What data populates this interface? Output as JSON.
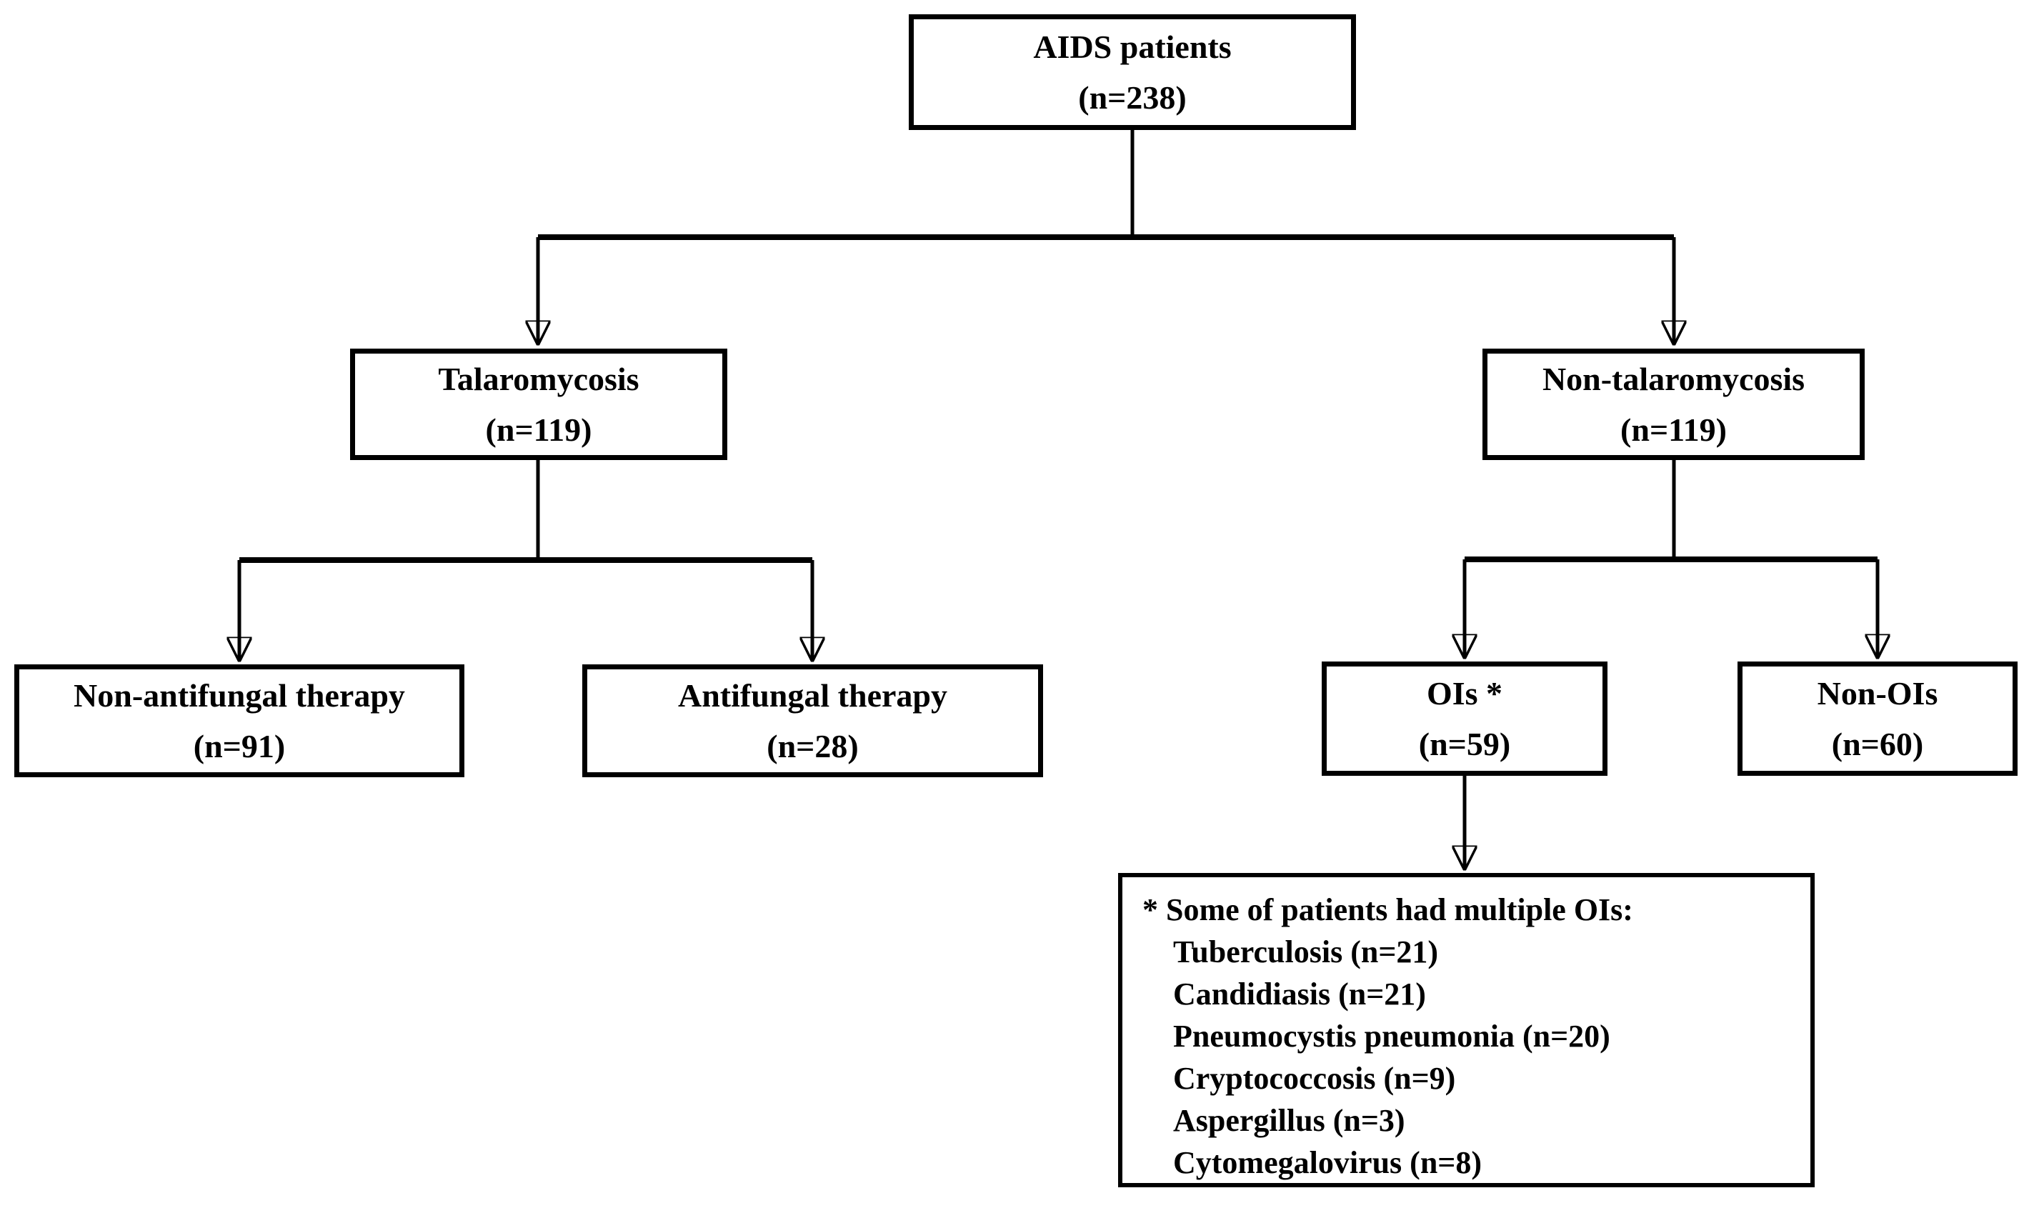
{
  "diagram": {
    "type": "flowchart",
    "nodes": {
      "aids": {
        "label": "AIDS patients",
        "count": "(n=238)"
      },
      "talaromycosis": {
        "label": "Talaromycosis",
        "count": "(n=119)"
      },
      "non_talaromycosis": {
        "label": "Non-talaromycosis",
        "count": "(n=119)"
      },
      "non_antifungal_therapy": {
        "label": "Non-antifungal therapy",
        "count": "(n=91)"
      },
      "antifungal_therapy": {
        "label": "Antifungal therapy",
        "count": "(n=28)"
      },
      "ois": {
        "label": "OIs *",
        "count": "(n=59)"
      },
      "non_ois": {
        "label": "Non-OIs",
        "count": "(n=60)"
      }
    },
    "edges": [
      "AIDS patients -> Talaromycosis",
      "AIDS patients -> Non-talaromycosis",
      "Talaromycosis -> Non-antifungal therapy",
      "Talaromycosis -> Antifungal therapy",
      "Non-talaromycosis -> OIs *",
      "Non-talaromycosis -> Non-OIs",
      "OIs * -> footnote"
    ],
    "note": {
      "lines": [
        "* Some of patients had multiple OIs:",
        "Tuberculosis (n=21)",
        "Candidiasis (n=21)",
        "Pneumocystis pneumonia (n=20)",
        "Cryptococcosis (n=9)",
        "Aspergillus (n=3)",
        "Cytomegalovirus (n=8)"
      ]
    }
  },
  "colors": {
    "background": "#ffffff",
    "box_border": "#000000",
    "text": "#000000",
    "connector": "#000000"
  }
}
